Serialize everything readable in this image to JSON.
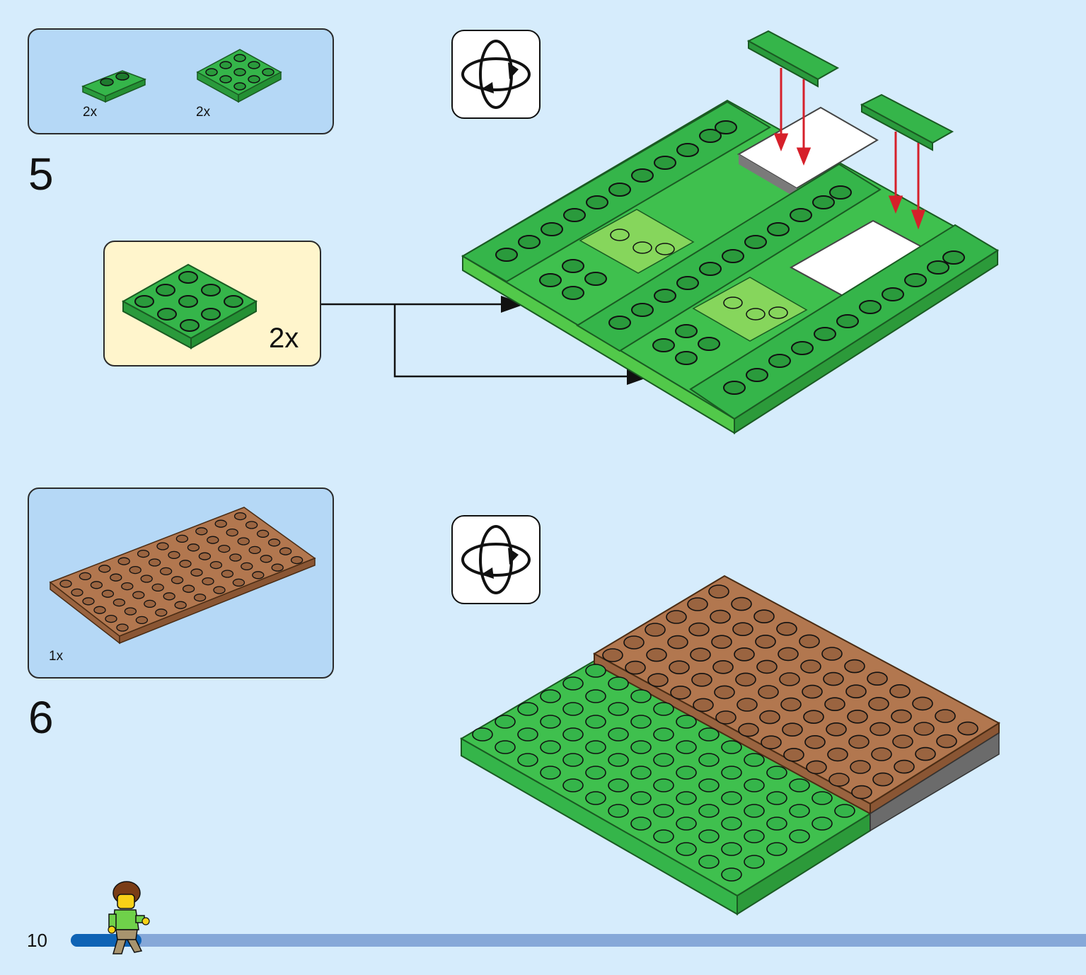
{
  "page": {
    "number": "10",
    "progress": 0.07
  },
  "colors": {
    "background": "#d6ecfc",
    "parts_panel": "#b5d8f6",
    "subassembly_panel": "#fff5cc",
    "bright_green": "#35b54a",
    "light_green": "#7ed35f",
    "brown": "#b2774f",
    "dark_grey": "#6b6b6b",
    "arrow_red": "#d6202a",
    "progress_fill": "#0e63b5",
    "progress_track": "#86a8d8"
  },
  "steps": [
    {
      "number": "5",
      "parts": [
        {
          "icon": "green-plate-1x2-icon",
          "qty": "2x"
        },
        {
          "icon": "green-plate-3x3-icon",
          "qty": "2x"
        }
      ],
      "subassembly": {
        "icon": "green-plate-3x3-icon",
        "qty": "2x"
      },
      "rotate_icon": "rotate-model-icon"
    },
    {
      "number": "6",
      "parts": [
        {
          "icon": "brown-plate-6x10-icon",
          "qty": "1x"
        }
      ],
      "rotate_icon": "rotate-model-icon"
    }
  ]
}
